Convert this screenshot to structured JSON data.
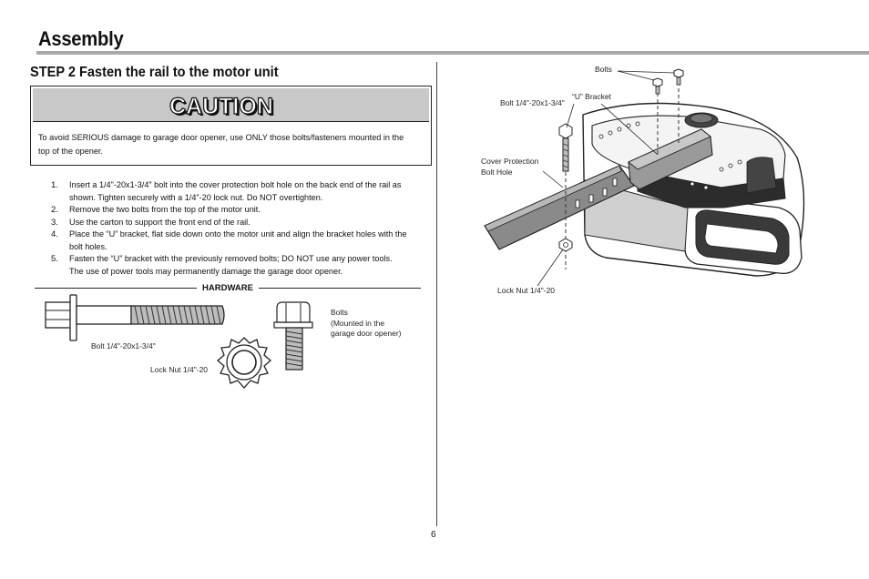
{
  "page": {
    "title": "Assembly",
    "number": "6"
  },
  "step": {
    "title": "STEP 2 Fasten the rail to the motor unit"
  },
  "caution": {
    "heading": "CAUTION",
    "text": "To avoid SERIOUS damage to garage door opener, use ONLY those bolts/fasteners mounted in the top of the opener."
  },
  "instructions": [
    {
      "num": "1.",
      "text": "Insert a 1/4\"-20x1-3/4\" bolt into the cover protection bolt hole on the back end of the rail as shown. Tighten securely with a 1/4\"-20 lock nut. Do NOT overtighten."
    },
    {
      "num": "2.",
      "text": "Remove the two bolts from the top of the motor unit."
    },
    {
      "num": "3.",
      "text": "Use the carton to support the front end of the rail."
    },
    {
      "num": "4.",
      "text": "Place the “U” bracket, flat side down onto the motor unit and align the bracket holes with the bolt holes."
    },
    {
      "num": "5.",
      "text": "Fasten the “U” bracket with the previously removed bolts; DO NOT use any power tools. The use of power tools may permanently damage the garage door opener."
    }
  ],
  "hardware": {
    "heading": "HARDWARE",
    "bolt_label": "Bolt 1/4\"-20x1-3/4\"",
    "locknut_label": "Lock Nut 1/4\"-20",
    "bolts_label_1": "Bolts",
    "bolts_label_2": "(Mounted in the",
    "bolts_label_3": "garage door opener)"
  },
  "diagram": {
    "bolts": "Bolts",
    "u_bracket": "“U” Bracket",
    "bolt_label": "Bolt 1/4\"-20x1-3/4\"",
    "cover_hole_1": "Cover Protection",
    "cover_hole_2": "Bolt Hole",
    "lock_nut": "Lock Nut 1/4\"-20"
  }
}
